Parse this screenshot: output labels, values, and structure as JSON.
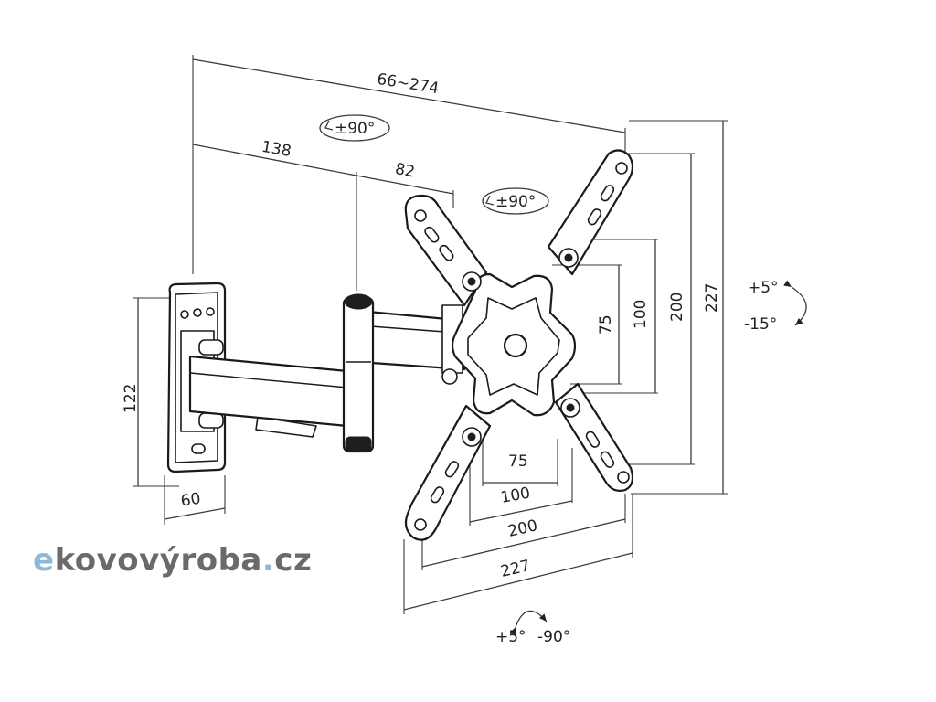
{
  "dimensions": {
    "overall_depth": "66~274",
    "arm_depth": "138",
    "arm_offset": "82",
    "wall_plate_height": "122",
    "wall_plate_width": "60",
    "vesa_h_75": "75",
    "vesa_h_100": "100",
    "vesa_h_200": "200",
    "vesa_h_227": "227",
    "vesa_v_75": "75",
    "vesa_v_100": "100",
    "vesa_v_200": "200",
    "vesa_v_227": "227"
  },
  "rotations": {
    "swivel_arm": "±90°",
    "swivel_plate": "±90°",
    "tilt_up": "+5°",
    "tilt_down": "-15°",
    "level_left": "+5°",
    "level_right": "-90°"
  },
  "logo": {
    "prefix": "e",
    "brand": "kovovýroba",
    "dot": ".",
    "tld": "cz",
    "colors": {
      "accent": "#8fb8d8",
      "main": "#6a6a6a"
    }
  }
}
